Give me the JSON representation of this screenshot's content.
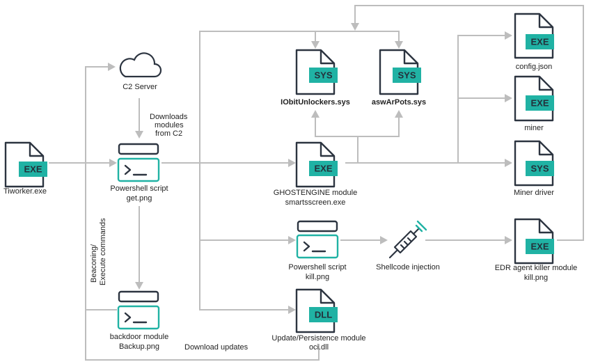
{
  "nodes": {
    "tiworker": {
      "badge": "EXE",
      "lines": [
        "Tiworker.exe"
      ]
    },
    "c2": {
      "lines": [
        "C2 Server"
      ]
    },
    "ps_get": {
      "lines": [
        "Powershell script",
        "get.png"
      ]
    },
    "backdoor": {
      "lines": [
        "backdoor module",
        "Backup.png"
      ]
    },
    "iobit": {
      "badge": "SYS",
      "lines": [
        "IObitUnlockers.sys"
      ]
    },
    "aswarpots": {
      "badge": "SYS",
      "lines": [
        "aswArPots.sys"
      ]
    },
    "ghostengine": {
      "badge": "EXE",
      "lines": [
        "GHOSTENGINE module",
        "smartsscreen.exe"
      ]
    },
    "ps_kill": {
      "lines": [
        "Powershell script",
        "kill.png"
      ]
    },
    "update": {
      "badge": "DLL",
      "lines": [
        "Update/Persistence module",
        "oci.dll"
      ]
    },
    "shellcode": {
      "lines": [
        "Shellcode injection"
      ]
    },
    "config": {
      "badge": "EXE",
      "lines": [
        "config.json"
      ]
    },
    "miner": {
      "badge": "EXE",
      "lines": [
        "miner"
      ]
    },
    "miner_driver": {
      "badge": "SYS",
      "lines": [
        "Miner driver"
      ]
    },
    "edr_killer": {
      "badge": "EXE",
      "lines": [
        "EDR agent killer module",
        "kill.png"
      ]
    }
  },
  "edge_labels": {
    "downloads": [
      "Downloads",
      "modules",
      "from C2"
    ],
    "beaconing": [
      "Beaconing/",
      "Execute commands"
    ],
    "download_updates": "Download updates"
  },
  "colors": {
    "accent": "#20b2a4",
    "outline": "#2c3440",
    "connector": "#bdbdbd",
    "text": "#1f1f1f"
  },
  "icons": {
    "document": "document-icon",
    "terminal": "terminal-icon",
    "cloud": "cloud-icon",
    "syringe": "syringe-icon"
  }
}
